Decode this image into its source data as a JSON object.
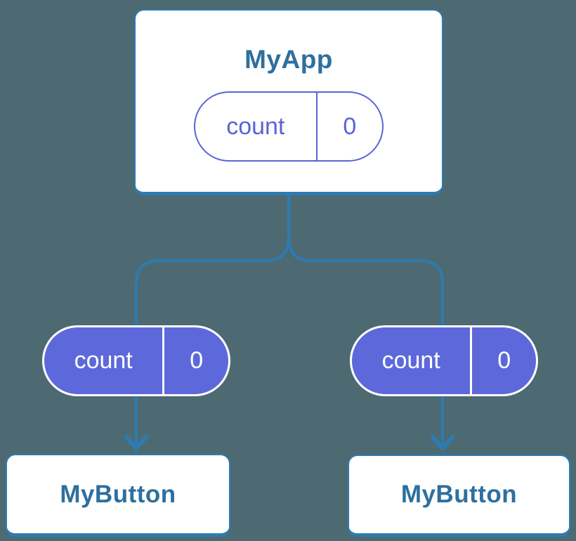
{
  "diagram": {
    "root": {
      "title": "MyApp",
      "state": {
        "label": "count",
        "value": "0"
      }
    },
    "children": [
      {
        "title": "MyButton",
        "state": {
          "label": "count",
          "value": "0"
        }
      },
      {
        "title": "MyButton",
        "state": {
          "label": "count",
          "value": "0"
        }
      }
    ]
  },
  "colors": {
    "bg": "#4d6a73",
    "line": "#2d7bb1",
    "node-title": "#2e6f9e",
    "purple": "#5a64d6",
    "purple-fill": "#5d69da",
    "white": "#ffffff"
  }
}
